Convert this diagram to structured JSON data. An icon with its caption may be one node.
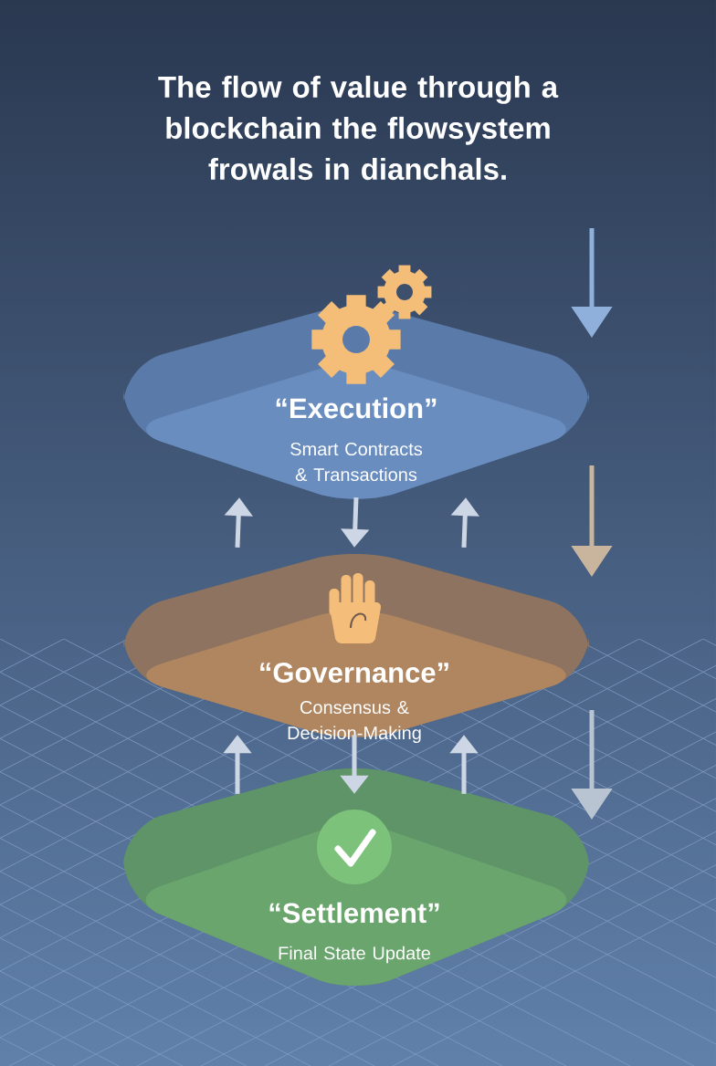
{
  "diagram": {
    "title": "The flow of value through a blockchain the flowsystem frowals in dianchals.",
    "nodes": [
      {
        "text": [
          "“Execution”",
          "Smart Contracts & Transactions"
        ]
      },
      {
        "text": [
          "“Governance”",
          "Consensus & Decision-Making"
        ]
      },
      {
        "text": [
          "“Settlement”",
          "Final State Update"
        ]
      }
    ],
    "edges": [
      {
        "from": 0,
        "to": 1,
        "arrow": "to"
      },
      {
        "from": 1,
        "to": 0,
        "arrow": "to"
      },
      {
        "from": 1,
        "to": 0,
        "arrow": "to"
      },
      {
        "from": 1,
        "to": 2,
        "arrow": "to"
      },
      {
        "from": 2,
        "to": 1,
        "arrow": "to"
      },
      {
        "from": 2,
        "to": 1,
        "arrow": "to"
      }
    ]
  }
}
